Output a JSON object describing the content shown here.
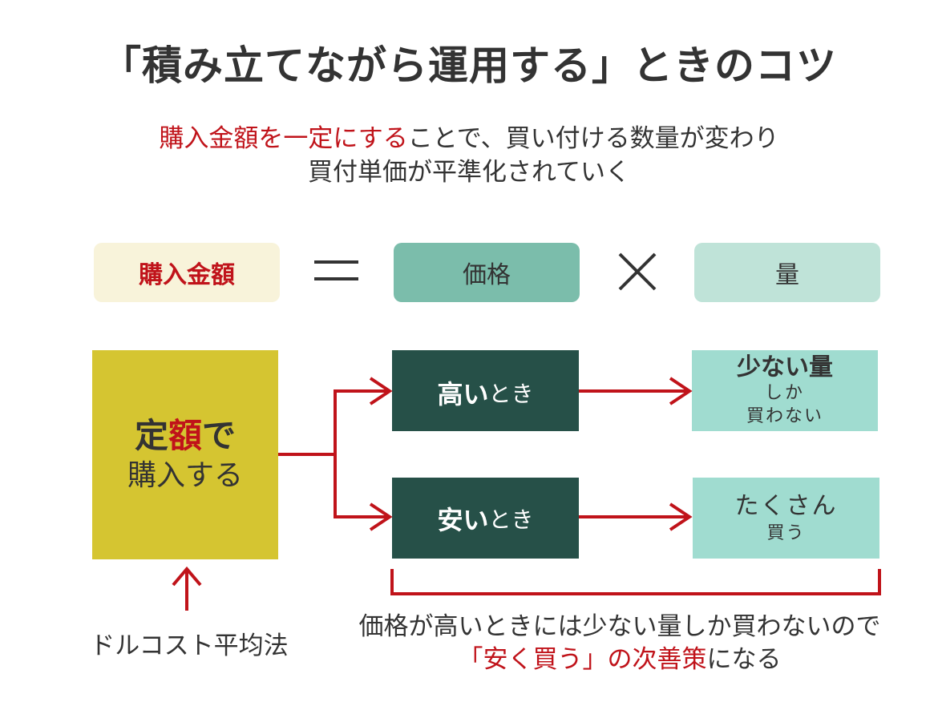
{
  "title": "「積み立てながら運用する」ときのコツ",
  "lead": {
    "highlight": "購入金額を一定にする",
    "rest1": "ことで、買い付ける数量が変わり",
    "line2": "買付単価が平準化されていく"
  },
  "equation": {
    "purchase": "購入金額",
    "equals": "＝",
    "price": "価格",
    "times": "×",
    "quantity": "量"
  },
  "fixed_box": {
    "prefix": "定",
    "highlight": "額",
    "suffix": "で",
    "line2": "購入する"
  },
  "high_price": {
    "strong": "高い",
    "rest": "とき"
  },
  "low_price": {
    "strong": "安い",
    "rest": "とき"
  },
  "high_result": {
    "line1": "少ない量",
    "line2": "しか",
    "line3": "買わない"
  },
  "low_result": {
    "line1": "たくさん",
    "line2": "買う"
  },
  "dca_label": "ドルコスト平均法",
  "conclusion": {
    "line1": "価格が高いときには少ない量しか買わないので",
    "highlight": "「安く買う」の次善策",
    "rest": "になる"
  },
  "colors": {
    "accent_red": "#c0131a",
    "dark_green": "#265048",
    "mustard": "#d5c531",
    "mint": "#a0dcd0",
    "price_green": "#7bbdab",
    "qty_green": "#bfe3d8",
    "cream": "#f8f3da"
  }
}
